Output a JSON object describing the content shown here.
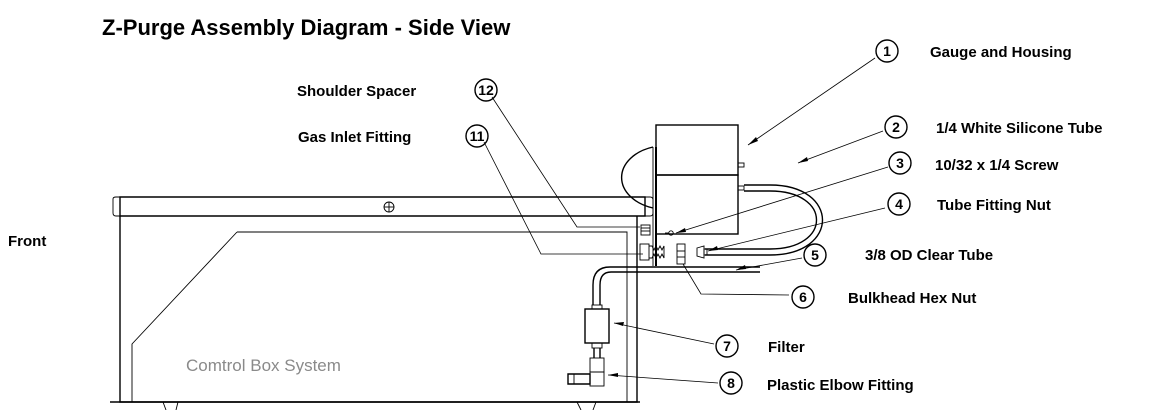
{
  "title": "Z-Purge Assembly Diagram - Side View",
  "side_label": "Front",
  "box_label": "Comtrol Box System",
  "callouts": [
    {
      "num": "1",
      "label": "Gauge and Housing"
    },
    {
      "num": "2",
      "label": "1/4 White Silicone Tube"
    },
    {
      "num": "3",
      "label": "10/32 x 1/4 Screw"
    },
    {
      "num": "4",
      "label": "Tube Fitting Nut"
    },
    {
      "num": "5",
      "label": "3/8 OD Clear Tube"
    },
    {
      "num": "6",
      "label": "Bulkhead Hex Nut"
    },
    {
      "num": "7",
      "label": "Filter"
    },
    {
      "num": "8",
      "label": "Plastic Elbow Fitting"
    },
    {
      "num": "11",
      "label": "Gas Inlet Fitting"
    },
    {
      "num": "12",
      "label": "Shoulder Spacer"
    }
  ]
}
